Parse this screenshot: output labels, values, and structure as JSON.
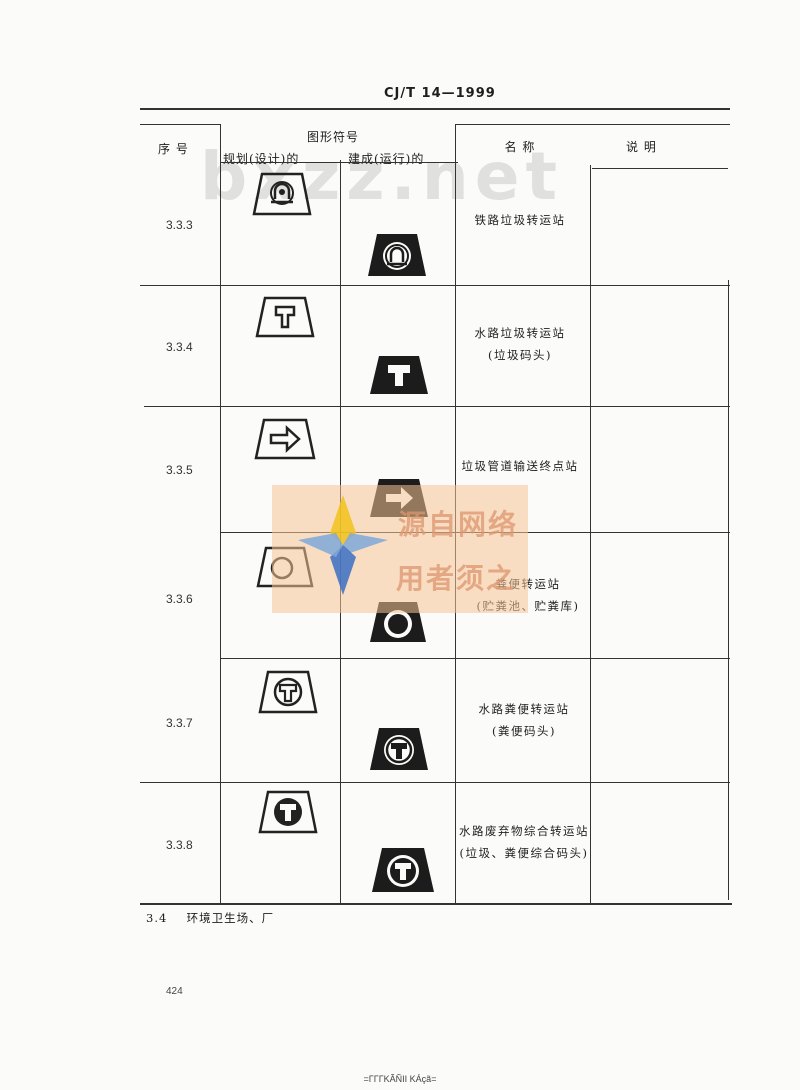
{
  "document": {
    "standard_code": "CJ/T 14—1999",
    "page_number": "424",
    "footer_text": "=ΓΓΓΚÃÑΙΙ ΚÁçã="
  },
  "table": {
    "header": {
      "index_label": "序  号",
      "symbol_label": "图形符号",
      "planned_label": "规划(设计)的",
      "built_label": "建成(运行)的",
      "name_label": "名      称",
      "note_label": "说      明"
    },
    "rows": [
      {
        "id": "3.3.3",
        "name_lines": [
          "铁路垃圾转运站"
        ],
        "planned_symbol": "rail-transfer-outline",
        "built_symbol": "rail-transfer-filled"
      },
      {
        "id": "3.3.4",
        "name_lines": [
          "水路垃圾转运站",
          "(垃圾码头)"
        ],
        "planned_symbol": "water-transfer-outline",
        "built_symbol": "water-transfer-filled"
      },
      {
        "id": "3.3.5",
        "name_lines": [
          "垃圾管道输送终点站"
        ],
        "planned_symbol": "pipeline-terminal-outline",
        "built_symbol": "pipeline-terminal-filled"
      },
      {
        "id": "3.3.6",
        "name_lines": [
          "粪便转运站",
          "(贮粪池、贮粪库)"
        ],
        "planned_symbol": "manure-transfer-outline",
        "built_symbol": "manure-transfer-filled"
      },
      {
        "id": "3.3.7",
        "name_lines": [
          "水路粪便转运站",
          "(粪便码头)"
        ],
        "planned_symbol": "water-manure-outline",
        "built_symbol": "water-manure-filled"
      },
      {
        "id": "3.3.8",
        "name_lines": [
          "水路废弃物综合转运站",
          "(垃圾、粪便综合码头)"
        ],
        "planned_symbol": "water-waste-combined-outline",
        "built_symbol": "water-waste-combined-filled"
      }
    ]
  },
  "section": {
    "number": "3.4",
    "title": "环境卫生场、厂"
  },
  "watermark": {
    "site_text": "bxzz.net",
    "cn_line1": "源自网络",
    "cn_line2": "用者须之",
    "logo_colors": [
      "#f2c21a",
      "#7fa8d8",
      "#3b6fc4"
    ]
  }
}
